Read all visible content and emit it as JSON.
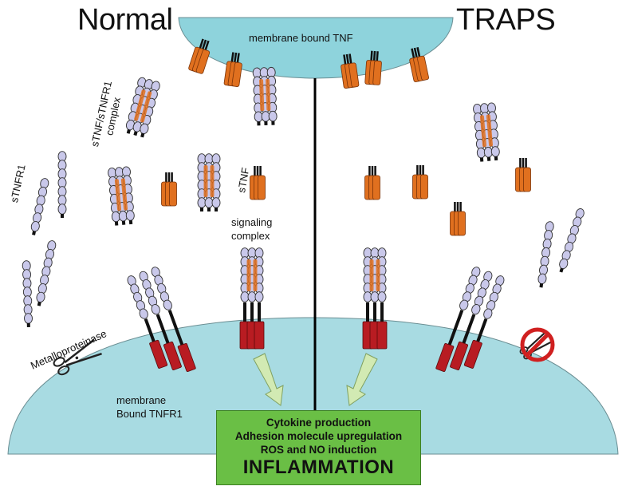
{
  "titles": {
    "left": "Normal",
    "right": "TRAPS"
  },
  "labels": {
    "membrane_tnf": "membrane bound  TNF",
    "complex": "sTNF/sTNFR1 complex",
    "stnfr1": "sTNFR1",
    "stnf": "sTNF",
    "signaling": [
      "signaling",
      "complex"
    ],
    "metallo": "Metalloproteinase",
    "membrane_receptor": [
      "membrane",
      "Bound TNFR1"
    ]
  },
  "outcome": {
    "lines": [
      "Cytokine production",
      "Adhesion molecule upregulation",
      "ROS and NO induction"
    ],
    "main": "INFLAMMATION"
  },
  "colors": {
    "membrane": "#a8dbe2",
    "membrane_top": "#8ed3dc",
    "tnf": "#e0701f",
    "receptor_bead": "#c9c8ea",
    "receptor_red": "#b81c22",
    "arrow": "#d2eab3",
    "box": "#6abf45",
    "forbidden": "#d02020"
  },
  "icons": {
    "scissors": "scissors-icon",
    "blocked": "no-cleavage-icon"
  }
}
